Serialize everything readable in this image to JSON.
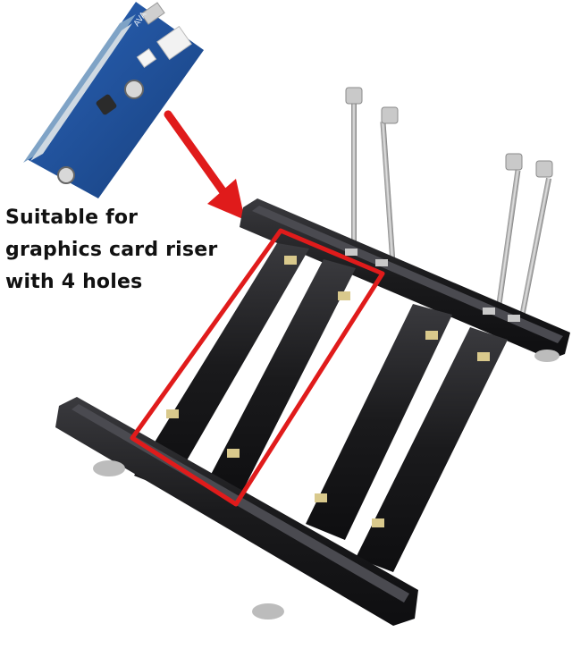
{
  "caption": {
    "lines": [
      "Suitable for",
      "graphics card riser",
      "with 4 holes"
    ]
  },
  "riser_board": {
    "silkscreen": "AVA"
  },
  "colors": {
    "highlight": "#e01b1b",
    "frame": "#1b1b1d",
    "pcb": "#1f4f98",
    "background": "#ffffff"
  }
}
